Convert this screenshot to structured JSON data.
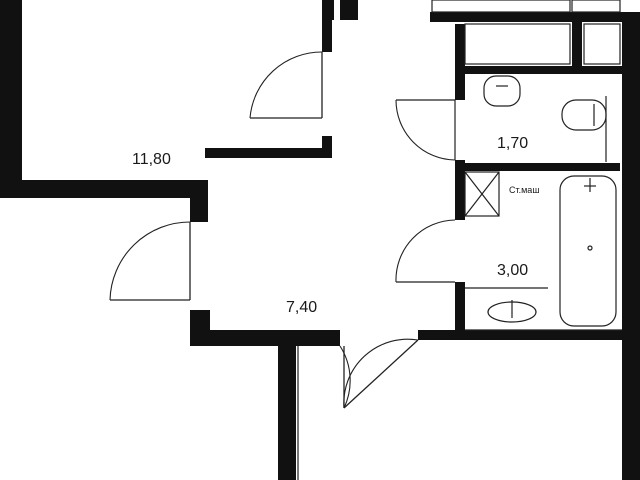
{
  "plan": {
    "rooms": [
      {
        "id": "room-living",
        "area": "11,80"
      },
      {
        "id": "room-wc",
        "area": "1,70"
      },
      {
        "id": "room-bath",
        "area": "3,00"
      },
      {
        "id": "room-hall",
        "area": "7,40"
      }
    ],
    "fixtures": {
      "washer_label": "Ст.маш"
    },
    "colors": {
      "wall": "#111111",
      "line": "#222222",
      "background": "#ffffff"
    }
  }
}
